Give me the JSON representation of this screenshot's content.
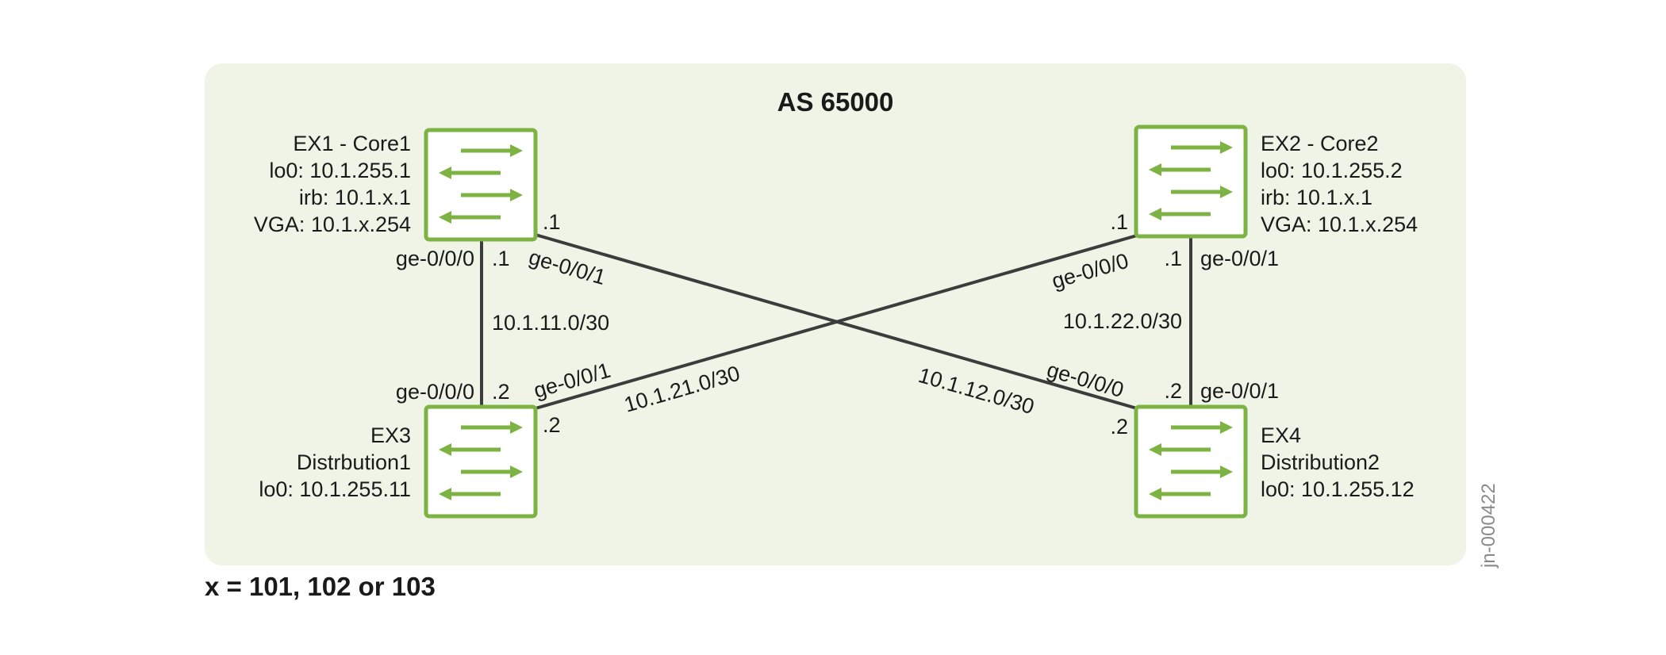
{
  "title": "AS 65000",
  "footnote": "x = 101, 102 or 103",
  "watermark": "jn-000422",
  "colors": {
    "region_fill": "#f0f4e6",
    "switch_green": "#7cb342",
    "link": "#3c3c3c",
    "text": "#1a1a1a"
  },
  "switches": {
    "ex1": {
      "lines": [
        "EX1 - Core1",
        "lo0: 10.1.255.1",
        "irb: 10.1.x.1",
        "VGA: 10.1.x.254"
      ]
    },
    "ex2": {
      "lines": [
        "EX2 - Core2",
        "lo0: 10.1.255.2",
        "irb: 10.1.x.1",
        "VGA: 10.1.x.254"
      ]
    },
    "ex3": {
      "lines": [
        "EX3",
        "Distrbution1",
        "lo0: 10.1.255.11"
      ]
    },
    "ex4": {
      "lines": [
        "EX4",
        "Distribution2",
        "lo0: 10.1.255.12"
      ]
    }
  },
  "links": {
    "ex1_ex3": {
      "subnet": "10.1.11.0/30",
      "a_if": "ge-0/0/0",
      "a_addr": ".1",
      "b_if": "ge-0/0/0",
      "b_addr": ".2"
    },
    "ex2_ex4": {
      "subnet": "10.1.22.0/30",
      "a_if": "ge-0/0/1",
      "a_addr": ".1",
      "b_if": "ge-0/0/1",
      "b_addr": ".2"
    },
    "ex1_ex4": {
      "subnet": "10.1.12.0/30",
      "a_if": "ge-0/0/1",
      "a_addr": ".1",
      "b_if": "ge-0/0/0",
      "b_addr": ".2"
    },
    "ex2_ex3": {
      "subnet": "10.1.21.0/30",
      "a_if": "ge-0/0/0",
      "a_addr": ".1",
      "b_if": "ge-0/0/1",
      "b_addr": ".2"
    }
  }
}
